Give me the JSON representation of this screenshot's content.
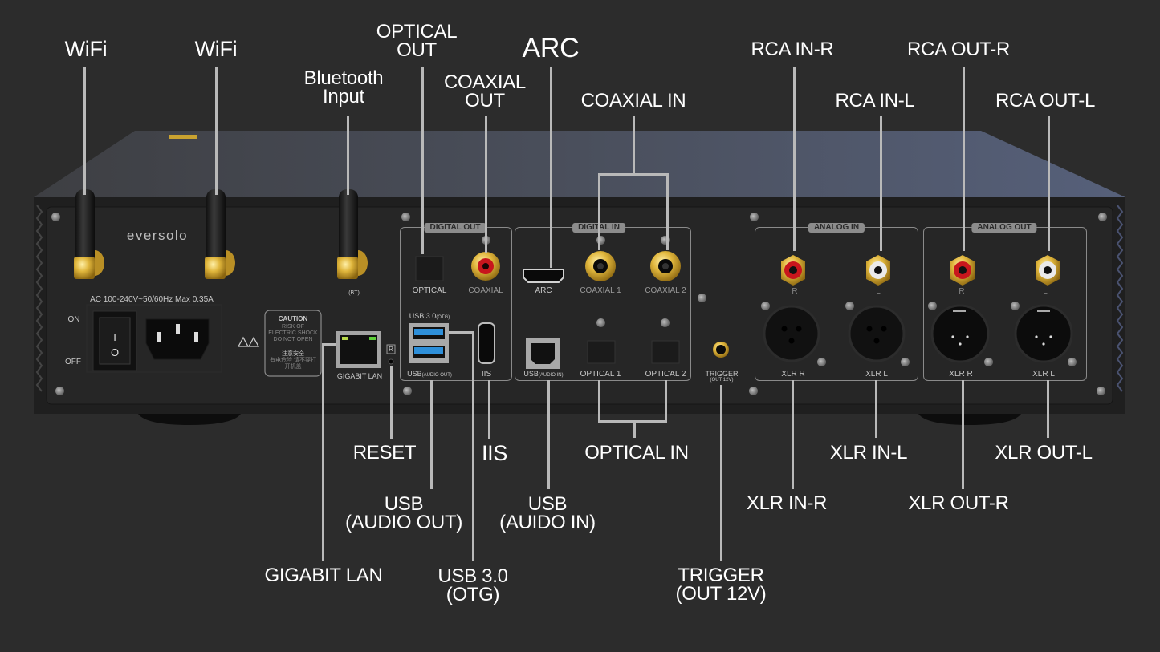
{
  "title": "EverSolo rear panel connections",
  "device": {
    "brand_logo": "eversolo",
    "power_rating": "AC 100-240V~50/60Hz Max 0.35A",
    "switch_on": "ON",
    "switch_off": "OFF",
    "switch_marks": [
      "I",
      "O"
    ],
    "bt_mark": "(BT)",
    "caution": {
      "title": "CAUTION",
      "body": "RISK OF ELECTRIC SHOCK DO NOT OPEN",
      "cn_title": "注意安全",
      "cn_body": "有电危险 请不要打开机盖"
    },
    "lan_label": "GIGABIT LAN",
    "reset_mark": "R",
    "groups": {
      "digital_out": "DIGITAL OUT",
      "digital_in": "DIGITAL IN",
      "analog_in": "ANALOG IN",
      "analog_out": "ANALOG OUT"
    },
    "port_labels": {
      "optical": "OPTICAL",
      "coaxial": "COAXIAL",
      "usb30": "USB 3.0",
      "usb30_sub": "(OTG)",
      "usb_audio_out": "USB",
      "usb_audio_out_sub": "(AUDIO OUT)",
      "iis": "IIS",
      "arc": "ARC",
      "coaxial1": "COAXIAL 1",
      "coaxial2": "COAXIAL 2",
      "usb_audio_in": "USB",
      "usb_audio_in_sub": "(AUDIO IN)",
      "optical1": "OPTICAL 1",
      "optical2": "OPTICAL 2",
      "trigger": "TRIGGER",
      "trigger_sub": "(OUT 12V)",
      "in_r": "R",
      "in_l": "L",
      "out_r": "R",
      "out_l": "L",
      "xlr_in_r": "XLR R",
      "xlr_in_l": "XLR L",
      "xlr_out_r": "XLR R",
      "xlr_out_l": "XLR L"
    }
  },
  "callouts_top": [
    {
      "id": "wifi-1",
      "lines": [
        "WiFi"
      ]
    },
    {
      "id": "wifi-2",
      "lines": [
        "WiFi"
      ]
    },
    {
      "id": "bluetooth-input",
      "lines": [
        "Bluetooth",
        "Input"
      ]
    },
    {
      "id": "optical-out",
      "lines": [
        "OPTICAL",
        "OUT"
      ]
    },
    {
      "id": "coaxial-out",
      "lines": [
        "COAXIAL",
        "OUT"
      ]
    },
    {
      "id": "arc",
      "lines": [
        "ARC"
      ]
    },
    {
      "id": "coaxial-in",
      "lines": [
        "COAXIAL IN"
      ]
    },
    {
      "id": "rca-in-r",
      "lines": [
        "RCA IN-R"
      ]
    },
    {
      "id": "rca-in-l",
      "lines": [
        "RCA IN-L"
      ]
    },
    {
      "id": "rca-out-r",
      "lines": [
        "RCA OUT-R"
      ]
    },
    {
      "id": "rca-out-l",
      "lines": [
        "RCA OUT-L"
      ]
    }
  ],
  "callouts_bottom": [
    {
      "id": "reset",
      "lines": [
        "RESET"
      ]
    },
    {
      "id": "iis",
      "lines": [
        "IIS"
      ]
    },
    {
      "id": "optical-in",
      "lines": [
        "OPTICAL IN"
      ]
    },
    {
      "id": "xlr-in-l",
      "lines": [
        "XLR IN-L"
      ]
    },
    {
      "id": "xlr-out-l",
      "lines": [
        "XLR OUT-L"
      ]
    },
    {
      "id": "usb-audio-out",
      "lines": [
        "USB",
        "(AUDIO OUT)"
      ]
    },
    {
      "id": "usb-audio-in",
      "lines": [
        "USB",
        "(AUIDO IN)"
      ]
    },
    {
      "id": "xlr-in-r",
      "lines": [
        "XLR IN-R"
      ]
    },
    {
      "id": "xlr-out-r",
      "lines": [
        "XLR OUT-R"
      ]
    },
    {
      "id": "gigabit-lan",
      "lines": [
        "GIGABIT LAN"
      ]
    },
    {
      "id": "usb-3-otg",
      "lines": [
        "USB 3.0",
        "(OTG)"
      ]
    },
    {
      "id": "trigger-out-12v",
      "lines": [
        "TRIGGER",
        "(OUT 12V)"
      ]
    }
  ],
  "colors": {
    "background": "#2c2c2c",
    "chassis": "#232323",
    "top_lid": "#4d5466",
    "gold": "#d9b23a",
    "rca_red": "#c8161d",
    "rca_white": "#e8e8e8",
    "usb_blue": "#2e8fd9",
    "leader": "#b9b9b9"
  }
}
